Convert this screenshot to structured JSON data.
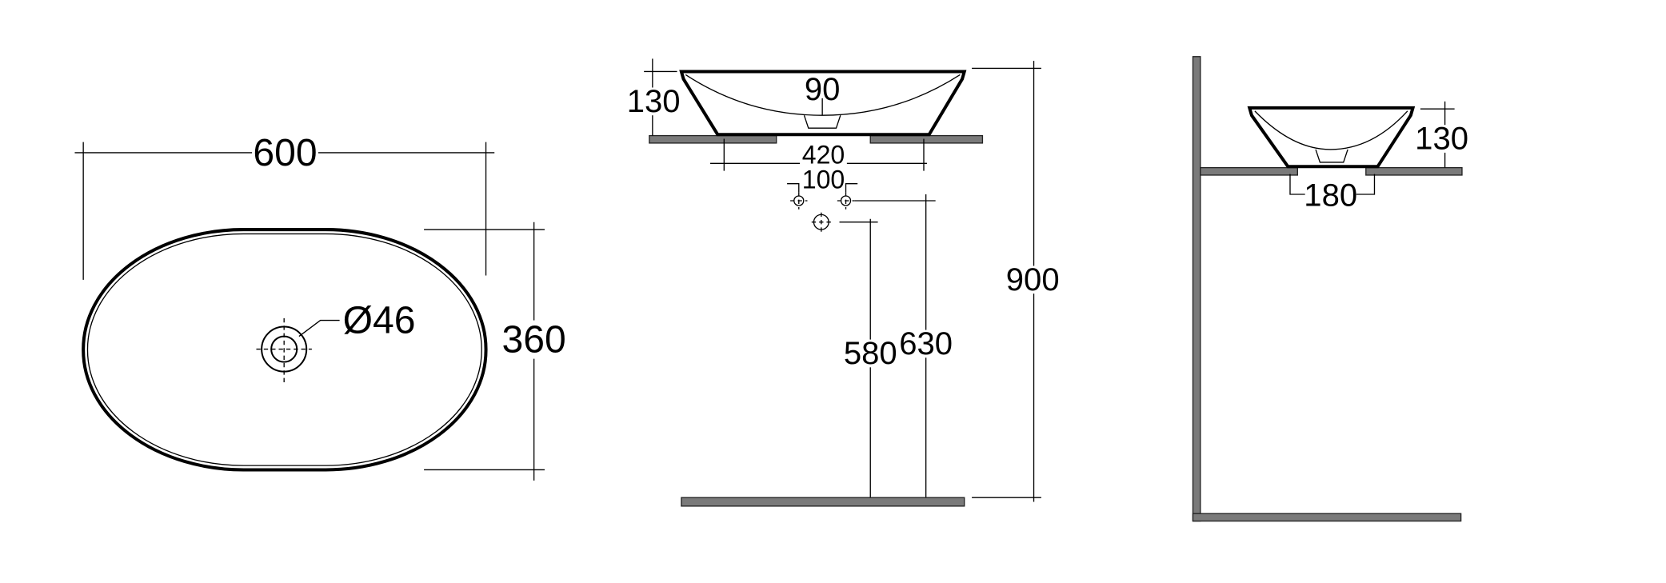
{
  "top_view": {
    "width": "600",
    "depth": "360",
    "waste_diameter": "Ø46"
  },
  "front_view": {
    "height": "130",
    "waste_depth": "90",
    "cutout_width": "420",
    "tap_spacing": "100",
    "waste_height": "580",
    "supply_height": "630",
    "total_height": "900"
  },
  "side_view": {
    "height": "130",
    "cutout_width": "180"
  },
  "colors": {
    "slab": "#7a7a7a",
    "line": "#000000"
  }
}
